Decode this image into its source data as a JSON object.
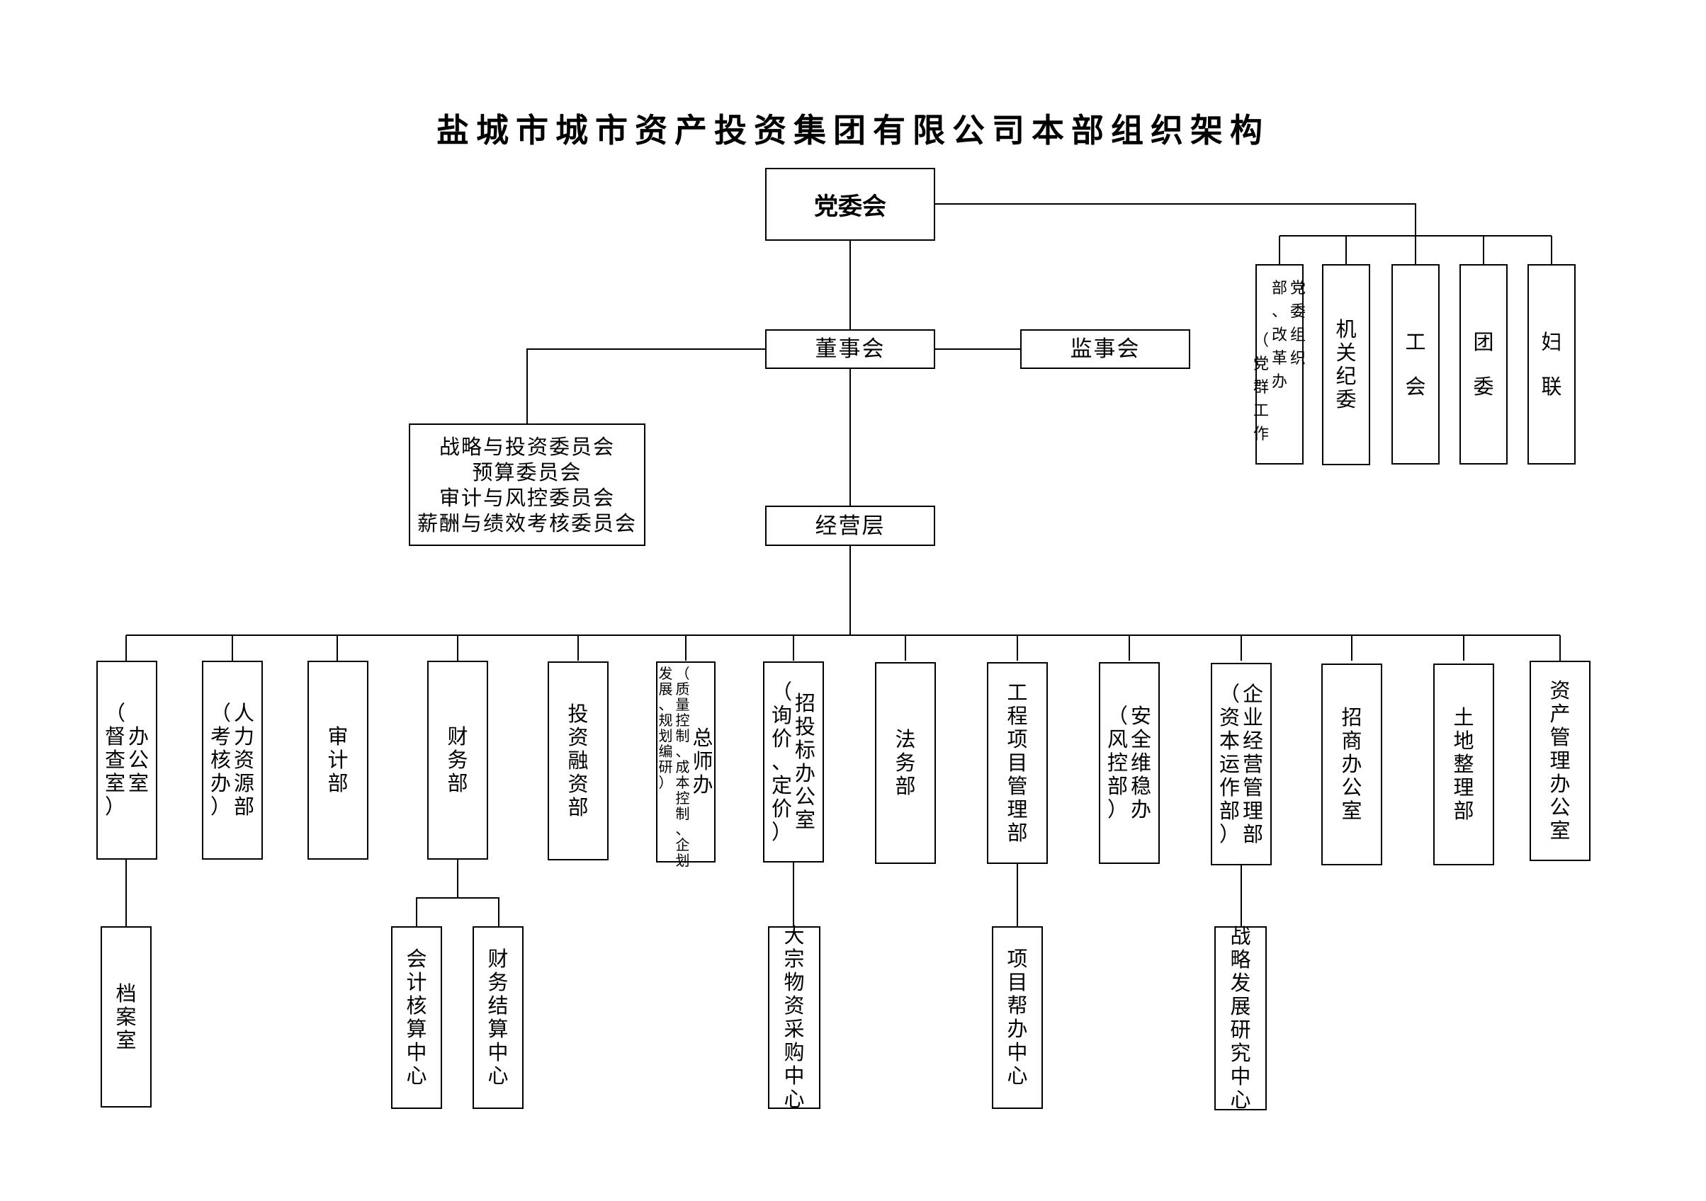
{
  "title": "盐城市城市资产投资集团有限公司本部组织架构",
  "nodes": {
    "party_committee": "党委会",
    "board": "董事会",
    "supervisors": "监事会",
    "management": "经营层",
    "committees": [
      "战略与投资委员会",
      "预算委员会",
      "审计与风控委员会",
      "薪酬与绩效考核委员会"
    ],
    "party_orgs": [
      [
        "党委组织",
        "部、改革办",
        "（党群工作"
      ],
      [
        "机关纪委"
      ],
      [
        "工会"
      ],
      [
        "团委"
      ],
      [
        "妇联"
      ]
    ],
    "departments": [
      [
        "办公室",
        "（督查室）"
      ],
      [
        "人力资源部",
        "（考核办）"
      ],
      [
        "审计部"
      ],
      [
        "财务部"
      ],
      [
        "投资融资部"
      ],
      [
        "总师办",
        "（质量控制、成本控制、企划",
        "发展、规划编研）"
      ],
      [
        "招投标办公室",
        "（询价、定价）"
      ],
      [
        "法务部"
      ],
      [
        "工程项目管理部"
      ],
      [
        "安全维稳办",
        "（风控部）"
      ],
      [
        "企业经营管理部",
        "（资本运作部）"
      ],
      [
        "招商办公室"
      ],
      [
        "土地整理部"
      ],
      [
        "资产管理办公室"
      ]
    ],
    "sub_units": {
      "archives": "档案室",
      "accounting_center": "会计核算中心",
      "settlement_center": "财务结算中心",
      "procurement_center": "大宗物资采购中心",
      "project_help_center": "项目帮办中心",
      "strategy_research_center": "战略发展研究中心"
    }
  }
}
